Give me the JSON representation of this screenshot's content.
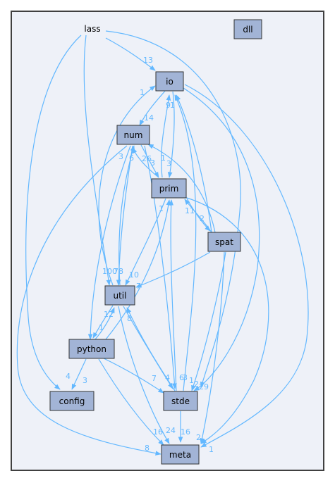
{
  "diagram": {
    "root_label": "lass",
    "nodes": [
      {
        "id": "dll",
        "label": "dll"
      },
      {
        "id": "io",
        "label": "io"
      },
      {
        "id": "num",
        "label": "num"
      },
      {
        "id": "prim",
        "label": "prim"
      },
      {
        "id": "spat",
        "label": "spat"
      },
      {
        "id": "util",
        "label": "util"
      },
      {
        "id": "python",
        "label": "python"
      },
      {
        "id": "config",
        "label": "config"
      },
      {
        "id": "stde",
        "label": "stde"
      },
      {
        "id": "meta",
        "label": "meta"
      }
    ],
    "edge_labels": [
      {
        "id": "e1",
        "text": "13"
      },
      {
        "id": "e2",
        "text": "1"
      },
      {
        "id": "e3",
        "text": "14"
      },
      {
        "id": "e4",
        "text": "9"
      },
      {
        "id": "e5",
        "text": "1"
      },
      {
        "id": "e6",
        "text": "3"
      },
      {
        "id": "e7",
        "text": "6"
      },
      {
        "id": "e8",
        "text": "26"
      },
      {
        "id": "e9",
        "text": "3"
      },
      {
        "id": "e10",
        "text": "1"
      },
      {
        "id": "e11",
        "text": "3"
      },
      {
        "id": "e12",
        "text": "1"
      },
      {
        "id": "e13",
        "text": "11"
      },
      {
        "id": "e14",
        "text": "2"
      },
      {
        "id": "e15",
        "text": "100"
      },
      {
        "id": "e16",
        "text": "78"
      },
      {
        "id": "e17",
        "text": "10"
      },
      {
        "id": "e18",
        "text": "7"
      },
      {
        "id": "e19",
        "text": "12"
      },
      {
        "id": "e20",
        "text": "1"
      },
      {
        "id": "e21",
        "text": "8"
      },
      {
        "id": "e22",
        "text": "4"
      },
      {
        "id": "e23",
        "text": "3"
      },
      {
        "id": "e24",
        "text": "7"
      },
      {
        "id": "e25",
        "text": "4"
      },
      {
        "id": "e26",
        "text": "6"
      },
      {
        "id": "e27",
        "text": "3"
      },
      {
        "id": "e28",
        "text": "1"
      },
      {
        "id": "e29",
        "text": "2"
      },
      {
        "id": "e30",
        "text": "29"
      },
      {
        "id": "e31",
        "text": "16"
      },
      {
        "id": "e32",
        "text": "24"
      },
      {
        "id": "e33",
        "text": "16"
      },
      {
        "id": "e34",
        "text": "2"
      },
      {
        "id": "e35",
        "text": "8"
      },
      {
        "id": "e36",
        "text": "1"
      }
    ]
  }
}
